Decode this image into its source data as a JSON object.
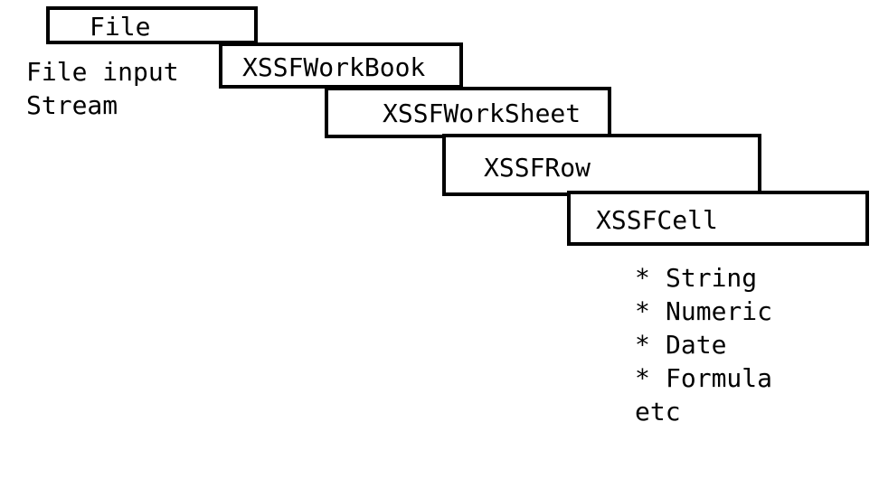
{
  "boxes": {
    "file": "File",
    "workbook": "XSSFWorkBook",
    "worksheet": "XSSFWorkSheet",
    "row": "XSSFRow",
    "cell": "XSSFCell"
  },
  "file_stream": {
    "line1": "File input",
    "line2": "Stream"
  },
  "cell_types": {
    "bullet": "*",
    "items": [
      "String",
      "Numeric",
      "Date",
      "Formula"
    ],
    "trailer": "etc"
  }
}
